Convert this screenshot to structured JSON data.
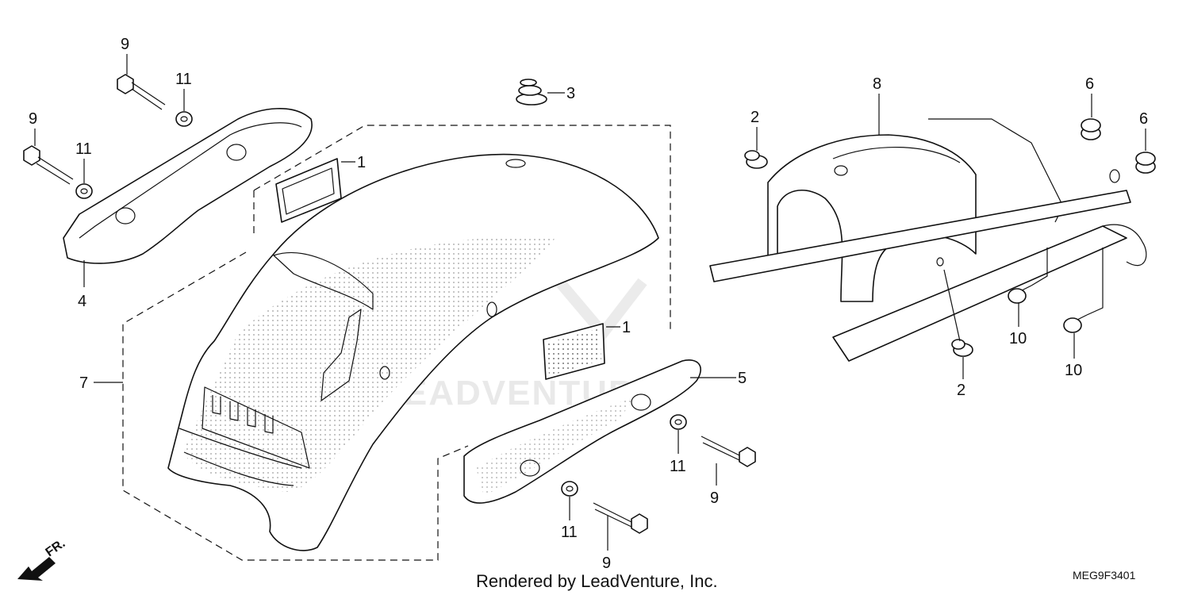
{
  "callouts": {
    "p1a": "1",
    "p1b": "1",
    "p2a": "2",
    "p2b": "2",
    "p3": "3",
    "p4": "4",
    "p5": "5",
    "p6a": "6",
    "p6b": "6",
    "p7": "7",
    "p8": "8",
    "p9a": "9",
    "p9b": "9",
    "p9c": "9",
    "p9d": "9",
    "p10a": "10",
    "p10b": "10",
    "p11a": "11",
    "p11b": "11",
    "p11c": "11",
    "p11d": "11"
  },
  "footer": {
    "rendered_by": "Rendered by LeadVenture, Inc.",
    "diagram_code": "MEG9F3401"
  },
  "direction_label": "FR.",
  "watermark": "LEADVENTURE",
  "colors": {
    "line": "#111111",
    "background": "#ffffff",
    "watermark": "#cfcfcf"
  }
}
